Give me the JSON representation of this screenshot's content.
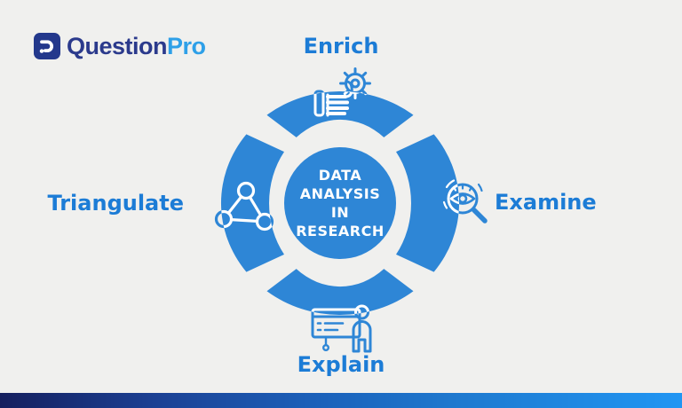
{
  "brand": {
    "icon": "questionpro-p-icon",
    "name_primary": "Question",
    "name_secondary": "Pro"
  },
  "diagram": {
    "center_title_lines": [
      "DATA",
      "ANALYSIS",
      "IN",
      "RESEARCH"
    ],
    "segments": [
      {
        "label": "Enrich",
        "position": "top",
        "icon": "gear-hand-icon"
      },
      {
        "label": "Examine",
        "position": "right",
        "icon": "eye-magnifier-icon"
      },
      {
        "label": "Explain",
        "position": "bottom",
        "icon": "presenter-board-icon"
      },
      {
        "label": "Triangulate",
        "position": "left",
        "icon": "triangle-network-icon"
      }
    ]
  },
  "colors": {
    "ring_blue": "#2e86d6",
    "label_blue": "#1c7cd6",
    "center_text": "#ffffff",
    "brand_navy": "#2b3a8c",
    "brand_light_blue": "#2ea0e8",
    "background": "#f0f0ee",
    "footer_gradient_start": "#151f5e",
    "footer_gradient_end": "#2196f3"
  }
}
